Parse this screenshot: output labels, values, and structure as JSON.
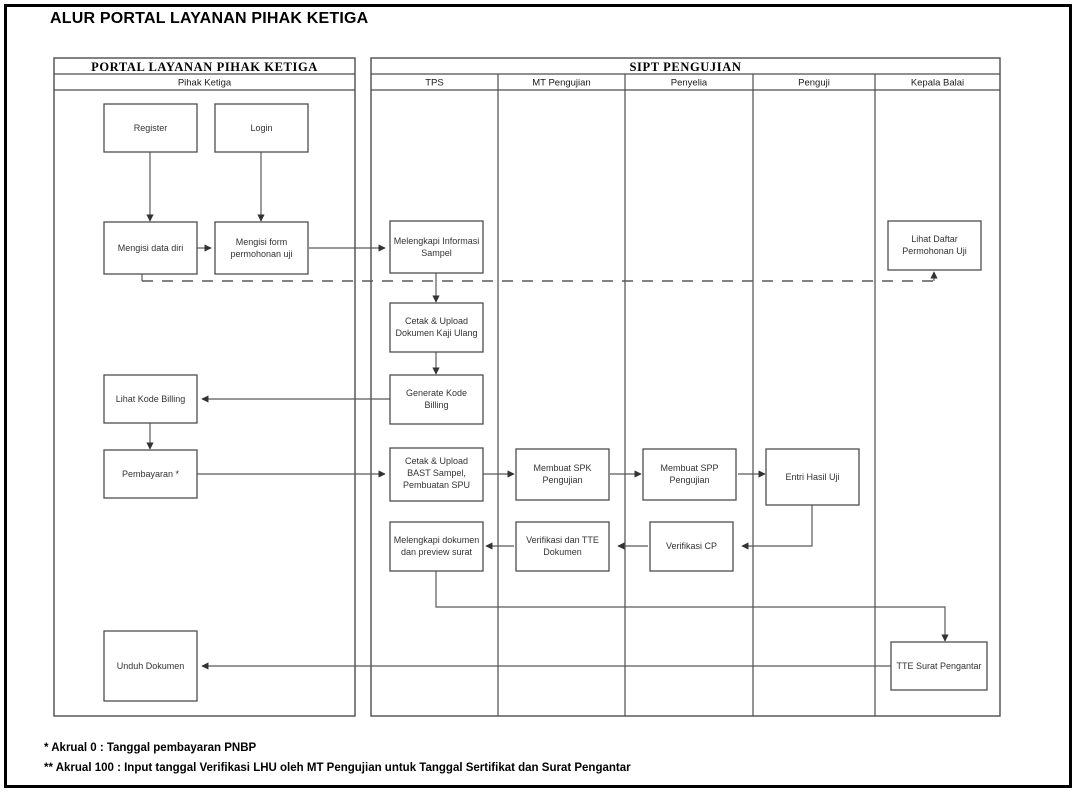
{
  "page": {
    "title": "ALUR PORTAL LAYANAN PIHAK KETIGA"
  },
  "pools": [
    {
      "id": "portal",
      "title": "PORTAL LAYANAN PIHAK KETIGA",
      "lanes": [
        "Pihak Ketiga"
      ]
    },
    {
      "id": "sipt",
      "title": "SIPT PENGUJIAN",
      "lanes": [
        "TPS",
        "MT Pengujian",
        "Penyelia",
        "Penguji",
        "Kepala Balai"
      ]
    }
  ],
  "nodes": {
    "register": "Register",
    "login": "Login",
    "mengisi_data_diri": "Mengisi data diri",
    "mengisi_form": "Mengisi form\npermohonan uji",
    "lihat_kode_billing": "Lihat Kode Billing",
    "pembayaran": "Pembayaran *",
    "unduh_dokumen": "Unduh Dokumen",
    "melengkapi_informasi": "Melengkapi Informasi\nSampel",
    "cetak_kaji_ulang": "Cetak & Upload\nDokumen Kaji Ulang",
    "generate_kode": "Generate Kode\nBilling",
    "cetak_bast": "Cetak & Upload\nBAST Sampel,\nPembuatan SPU",
    "melengkapi_dokumen": "Melengkapi dokumen\ndan preview surat",
    "membuat_spk": "Membuat SPK\nPengujian",
    "verifikasi_tte": "Verifikasi dan TTE\nDokumen",
    "membuat_spp": "Membuat SPP\nPengujian",
    "verifikasi_cp": "Verifikasi CP",
    "entri_hasil_uji": "Entri Hasil Uji",
    "lihat_daftar": "Lihat Daftar\nPermohonan Uji",
    "tte_surat": "TTE Surat Pengantar"
  },
  "notes": {
    "note_1": "*  Akrual 0 : Tanggal pembayaran PNBP",
    "note_2": "** Akrual 100 : Input tanggal Verifikasi LHU oleh MT Pengujian untuk Tanggal Sertifikat dan Surat Pengantar"
  },
  "colors": {
    "frame": "#000000",
    "node_stroke": "#4d4d4d",
    "connector": "#595959",
    "node_text": "#333333",
    "background": "#ffffff"
  }
}
